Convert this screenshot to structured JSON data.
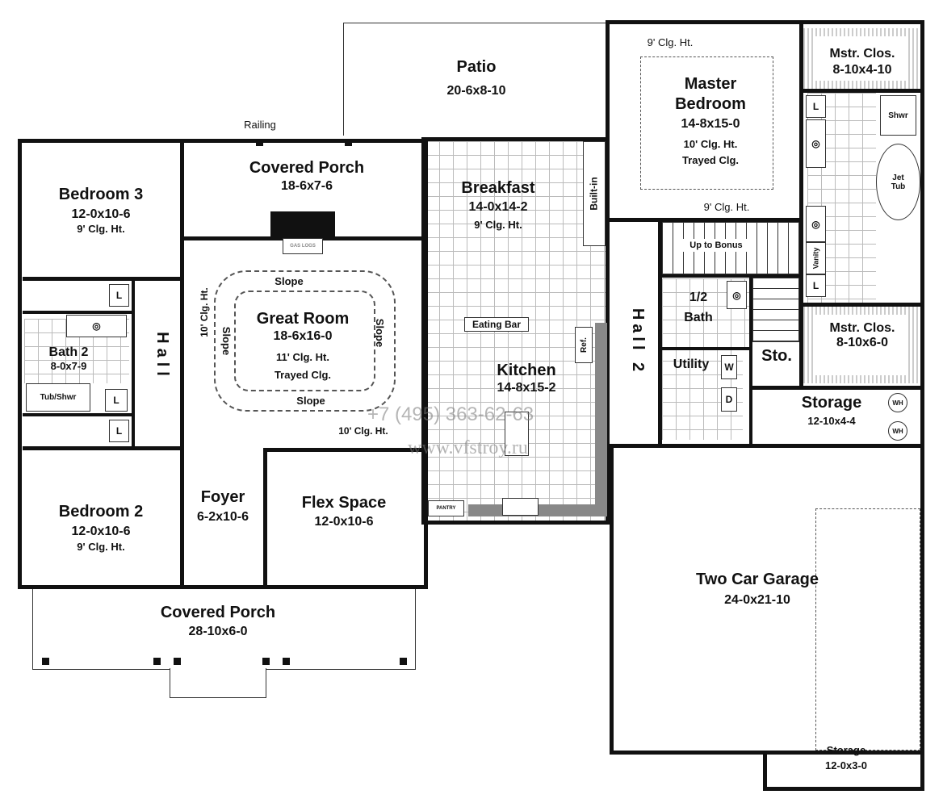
{
  "rooms": {
    "patio": {
      "name": "Patio",
      "size": "20-6x8-10"
    },
    "covered_porch_rear": {
      "name": "Covered Porch",
      "size": "18-6x7-6"
    },
    "railing": "Railing",
    "bedroom3": {
      "name": "Bedroom 3",
      "size": "12-0x10-6",
      "ceiling": "9' Clg. Ht."
    },
    "bath2": {
      "name": "Bath 2",
      "size": "8-0x7-9",
      "tub": "Tub/Shwr"
    },
    "hall": "Hall",
    "bedroom2": {
      "name": "Bedroom 2",
      "size": "12-0x10-6",
      "ceiling": "9' Clg. Ht."
    },
    "great_room": {
      "name": "Great Room",
      "size": "18-6x16-0",
      "ceiling": "11' Clg. Ht.",
      "tray": "Trayed Clg.",
      "slope": "Slope",
      "side_ceiling": "10' Clg. Ht.",
      "gas_logs": "GAS LOGS"
    },
    "breakfast": {
      "name": "Breakfast",
      "size": "14-0x14-2",
      "ceiling": "9' Clg. Ht.",
      "builtin": "Built-in"
    },
    "kitchen": {
      "name": "Kitchen",
      "size": "14-8x15-2",
      "eating_bar": "Eating Bar",
      "ref": "Ref.",
      "pantry": "PANTRY"
    },
    "foyer": {
      "name": "Foyer",
      "size": "6-2x10-6"
    },
    "flex": {
      "name": "Flex Space",
      "size": "12-0x10-6"
    },
    "covered_porch_front": {
      "name": "Covered Porch",
      "size": "28-10x6-0"
    },
    "master_bedroom": {
      "name_line1": "Master",
      "name_line2": "Bedroom",
      "size": "14-8x15-0",
      "ceiling": "10' Clg. Ht.",
      "tray": "Trayed Clg.",
      "side_ceiling": "9' Clg. Ht."
    },
    "master_closet1": {
      "name": "Mstr. Clos.",
      "size": "8-10x4-10"
    },
    "master_closet2": {
      "name": "Mstr. Clos.",
      "size": "8-10x6-0"
    },
    "master_bath": {
      "shower": "Shwr",
      "tub_line1": "Jet",
      "tub_line2": "Tub",
      "vanity": "Vanity",
      "lav": "L"
    },
    "stairs": "Up to Bonus",
    "half_bath": {
      "line1": "1/2",
      "line2": "Bath"
    },
    "utility": {
      "name": "Utility",
      "washer": "W",
      "dryer": "D"
    },
    "hall2": "Hall 2",
    "sto": "Sto.",
    "storage": {
      "name": "Storage",
      "size": "12-10x4-4",
      "wh": "WH"
    },
    "garage": {
      "name": "Two Car Garage",
      "size": "24-0x21-10"
    },
    "garage_storage": {
      "name": "Storage",
      "size": "12-0x3-0"
    },
    "lav": "L"
  },
  "watermark": {
    "phone": "+7 (495) 363-62-63",
    "site": "www.vfstroy.ru"
  }
}
